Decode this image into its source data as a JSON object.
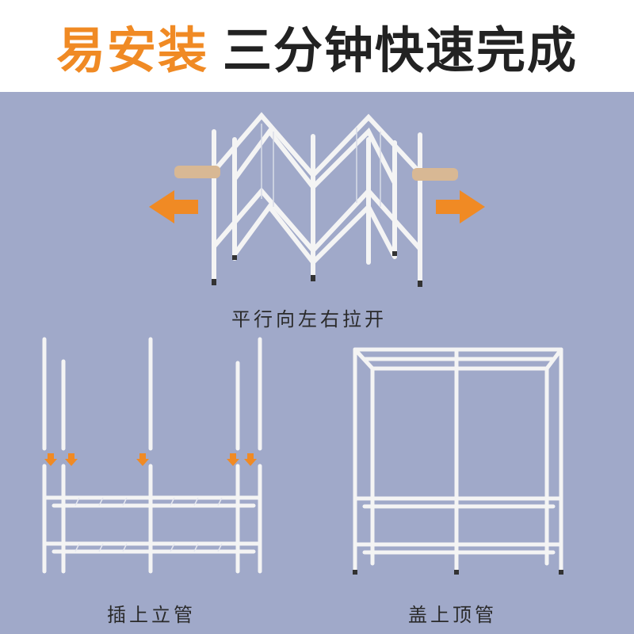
{
  "header": {
    "accent_text": "易安装",
    "main_text": "三分钟快速完成"
  },
  "steps": [
    {
      "caption": "平行向左右拉开"
    },
    {
      "caption": "插上立管"
    },
    {
      "caption": "盖上顶管"
    }
  ],
  "colors": {
    "accent": "#f08a24",
    "headline": "#222222",
    "panel_bg": "#a0a9c9",
    "frame": "#f4f4f4"
  },
  "icons": [
    "arrow-left-icon",
    "arrow-right-icon",
    "arrow-down-icon",
    "hand-icon"
  ]
}
